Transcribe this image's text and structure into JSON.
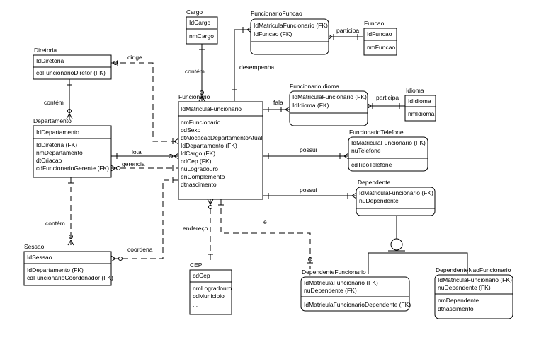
{
  "entities": {
    "cargo": {
      "title": "Cargo",
      "pk": [
        "IdCargo"
      ],
      "attrs": [
        "nmCargo"
      ]
    },
    "funcionario_funcao": {
      "title": "FuncionarioFuncao",
      "pk": [
        "IdMatriculaFuncionario (FK)",
        "IdFuncao (FK)"
      ],
      "attrs": []
    },
    "funcao": {
      "title": "Funcao",
      "pk": [
        "IdFuncao"
      ],
      "attrs": [
        "nmFuncao"
      ]
    },
    "diretoria": {
      "title": "Diretoria",
      "pk": [
        "IdDiretoria"
      ],
      "attrs": [
        "cdFuncionarioDiretor (FK)"
      ]
    },
    "funcionario_idioma": {
      "title": "FuncionarioIdioma",
      "pk": [
        "IdMatriculaFuncionario (FK)",
        "IdIdioma (FK)"
      ],
      "attrs": []
    },
    "idioma": {
      "title": "Idioma",
      "pk": [
        "IdIdioma"
      ],
      "attrs": [
        "nmIdioma"
      ]
    },
    "funcionario": {
      "title": "Funcionario",
      "pk": [
        "IdMatriculaFuncionario"
      ],
      "attrs": [
        "nmFuncionario",
        "cdSexo",
        "dtAlocacaoDepartamentoAtual",
        "IdDepartamento (FK)",
        "IdCargo (FK)",
        "cdCep (FK)",
        "nuLogradouro",
        "enComplemento",
        "dtnascimento"
      ]
    },
    "departamento": {
      "title": "Departamento",
      "pk": [
        "IdDepartamento"
      ],
      "attrs": [
        "IdDiretoria (FK)",
        "nmDepartamento",
        "dtCriacao",
        "cdFuncionarioGerente (FK)"
      ]
    },
    "funcionario_telefone": {
      "title": "FuncionarioTelefone",
      "pk": [
        "IdMatriculaFuncionario (FK)",
        "nuTelefone"
      ],
      "attrs": [
        "cdTipoTelefone"
      ]
    },
    "dependente": {
      "title": "Dependente",
      "pk": [
        "IdMatriculaFuncionario (FK)",
        "nuDependente"
      ],
      "attrs": []
    },
    "sessao": {
      "title": "Sessao",
      "pk": [
        "IdSessao"
      ],
      "attrs": [
        "IdDepartamento (FK)",
        "cdFuncionarioCoordenador (FK)"
      ]
    },
    "cep": {
      "title": "CEP",
      "pk": [
        "cdCep"
      ],
      "attrs": [
        "nmLogradouro",
        "cdMunicipio",
        "..."
      ]
    },
    "dependente_funcionario": {
      "title": "DependenteFuncionario",
      "pk": [
        "IdMatriculaFuncionario (FK)",
        "nuDependente (FK)"
      ],
      "attrs": [
        "IdMatriculaFuncionarioDependente (FK)"
      ]
    },
    "dependente_nao_funcionario": {
      "title": "DependenteNaoFuncionario",
      "pk": [
        "IdMatriculaFuncionario (FK)",
        "nuDependente (FK)"
      ],
      "attrs": [
        "nmDependente",
        "dtnascimento"
      ]
    }
  },
  "relationships": {
    "dirige": "dirige",
    "contem_cargo": "contém",
    "desempenha": "desempenha",
    "participa_funcao": "participa",
    "contem_diretoria": "contém",
    "fala": "fala",
    "participa_idioma": "participa",
    "lota": "lota",
    "gerencia": "gerencia",
    "possui_telefone": "possui",
    "possui_dependente": "possui",
    "contem_departamento": "contém",
    "coordena": "coordena",
    "endereco": "endereço",
    "e": "é"
  }
}
